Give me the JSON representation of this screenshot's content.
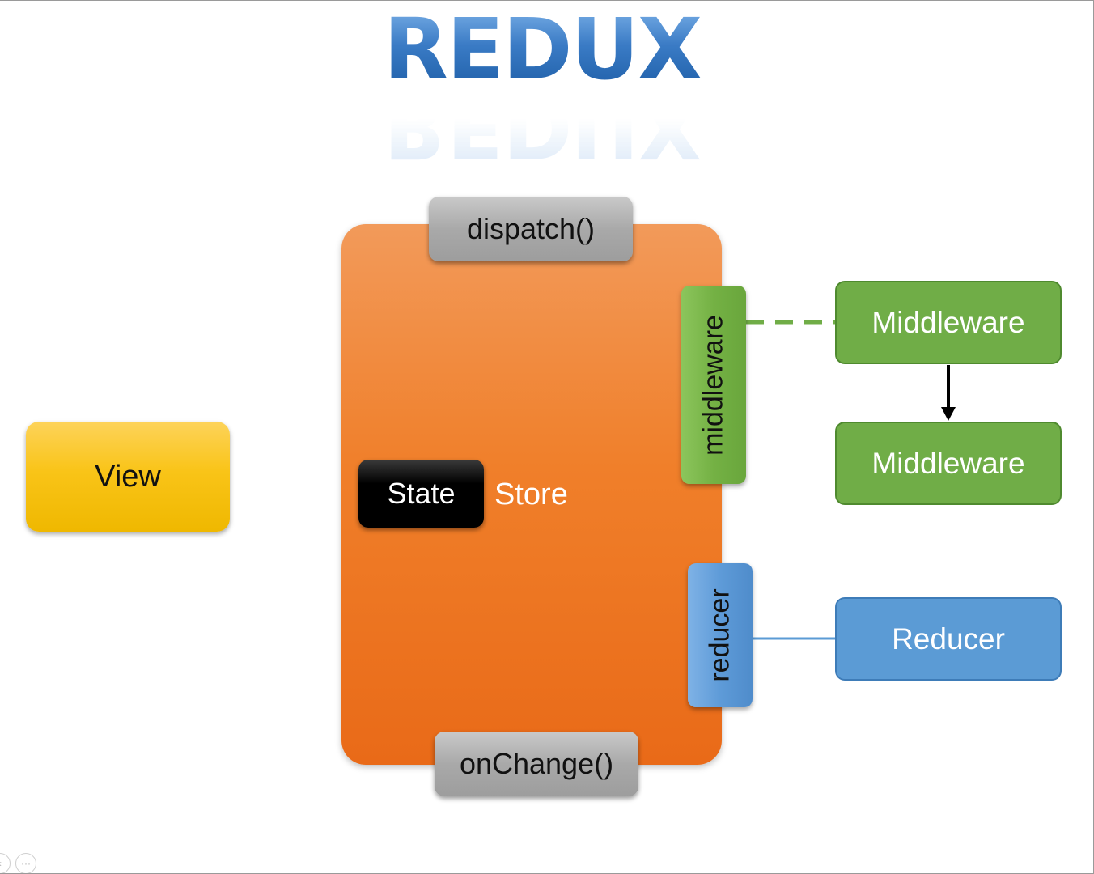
{
  "title": "REDUX",
  "diagram": {
    "view": {
      "label": "View"
    },
    "store": {
      "label": "Store"
    },
    "state": {
      "label": "State"
    },
    "dispatch": {
      "label": "dispatch()"
    },
    "on_change": {
      "label": "onChange()"
    },
    "middleware_tab": {
      "label": "middleware"
    },
    "reducer_tab": {
      "label": "reducer"
    },
    "middleware_boxes": [
      {
        "label": "Middleware"
      },
      {
        "label": "Middleware"
      }
    ],
    "reducer_box": {
      "label": "Reducer"
    }
  },
  "colors": {
    "title": "#3b7dc4",
    "view": "#f9c418",
    "store": "#f07f2a",
    "state": "#000000",
    "method_tab": "#a9a9a9",
    "middleware": "#70ad47",
    "reducer": "#5b9bd5",
    "arrow": "#000000"
  },
  "controls": {
    "prev_icon": "chevron-left-icon",
    "more_icon": "ellipsis-icon"
  }
}
